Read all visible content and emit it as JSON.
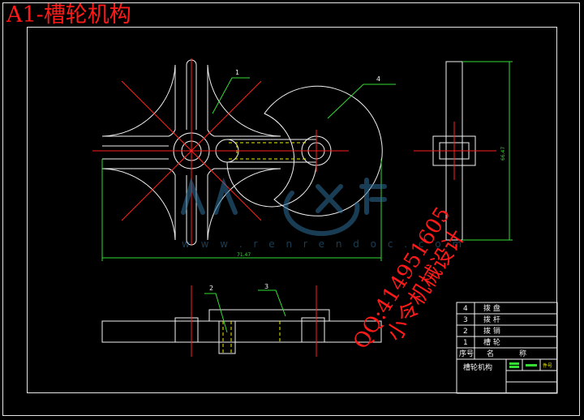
{
  "sheet": {
    "title": "A1-槽轮机构",
    "drawing_name": "槽轮机构"
  },
  "balloons": [
    "1",
    "2",
    "3",
    "4"
  ],
  "dimensions": {
    "width_overall": "71.47",
    "height_side": "66.47"
  },
  "parts_list": {
    "rows": [
      {
        "no": "4",
        "name": "拨 盘"
      },
      {
        "no": "3",
        "name": "拨 杆"
      },
      {
        "no": "2",
        "name": "拨 销"
      },
      {
        "no": "1",
        "name": "槽 轮"
      }
    ],
    "header": {
      "no": "序号",
      "name": "名",
      "name2": "称"
    },
    "small_note": "件号"
  },
  "watermark": {
    "brand": "人人文库",
    "url": "w w w . r e n r e n d o c . c o m"
  },
  "stamp": {
    "line1": "QQ:414951605",
    "line2": "小令机械设计"
  },
  "colors": {
    "background": "#000000",
    "outline": "#ffffff",
    "centerline": "#ff2020",
    "hidden": "#f0f000",
    "leader": "#33dd33",
    "watermark": "#2f6f9a",
    "title": "#ff1a1a"
  }
}
